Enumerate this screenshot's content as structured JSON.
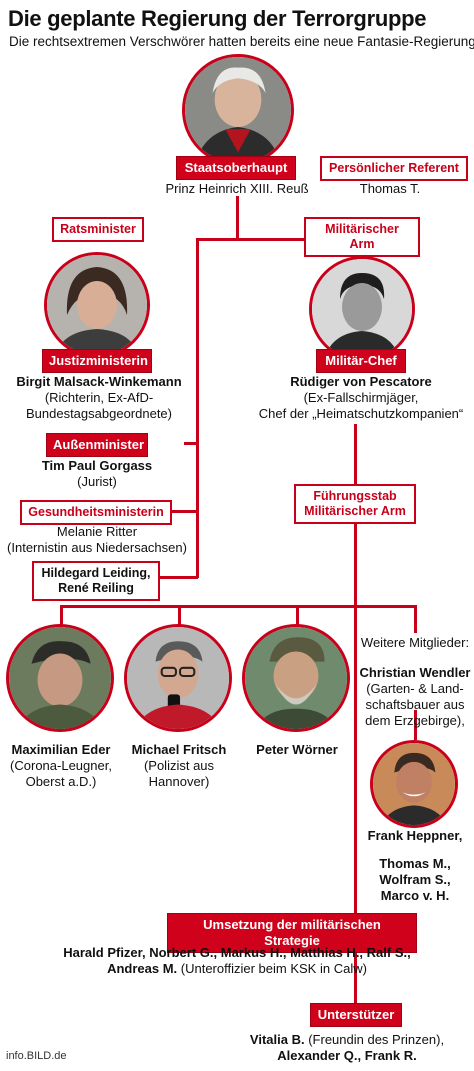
{
  "title": "Die geplante Regierung der Terrorgruppe",
  "subtitle": "Die rechtsextremen Verschwörer hatten bereits eine neue Fantasie-Regierung",
  "head": {
    "role": "Staatsoberhaupt",
    "name": "Prinz Heinrich XIII. Reuß"
  },
  "referent": {
    "role": "Persönlicher Referent",
    "name": "Thomas T."
  },
  "ratsminister": {
    "label": "Ratsminister"
  },
  "militaer": {
    "label": "Militärischer Arm"
  },
  "justiz": {
    "role": "Justizministerin",
    "name": "Birgit Malsack-Winkemann",
    "desc1": "(Richterin, Ex-AfD-",
    "desc2": "Bundestagsabgeordnete)"
  },
  "militaerchef": {
    "role": "Militär-Chef",
    "name": "Rüdiger von Pescatore",
    "desc1": "(Ex-Fallschirmjäger,",
    "desc2": "Chef der „Heimatschutzkompanien“"
  },
  "aussen": {
    "role": "Außenminister",
    "name": "Tim Paul Gorgass",
    "desc": "(Jurist)"
  },
  "gesundheit": {
    "role": "Gesundheitsministerin",
    "name": "Melanie Ritter",
    "desc": "(Internistin aus Niedersachsen)"
  },
  "weitere_minister": {
    "line1": "Hildegard Leiding,",
    "line2": "René Reiling"
  },
  "fuehrungsstab": {
    "line1": "Führungsstab",
    "line2": "Militärischer Arm"
  },
  "members": [
    {
      "name": "Maximilian Eder",
      "desc1": "(Corona-Leugner,",
      "desc2": "Oberst a.D.)"
    },
    {
      "name": "Michael Fritsch",
      "desc1": "(Polizist aus",
      "desc2": "Hannover)"
    },
    {
      "name": "Peter Wörner",
      "desc1": "",
      "desc2": ""
    }
  ],
  "weitere_mitglieder": {
    "label": "Weitere Mitglieder:",
    "name": "Christian Wendler",
    "desc1": "(Garten- & Land-",
    "desc2": "schaftsbauer aus",
    "desc3": "dem Erzgebirge),",
    "heppner": "Frank Heppner,",
    "others1": "Thomas M.,",
    "others2": "Wolfram S.,",
    "others3": "Marco v. H."
  },
  "umsetzung": {
    "label": "Umsetzung der militärischen Strategie",
    "line1": "Harald Pfizer, Norbert G., Markus H., Matthias H., Ralf S.,",
    "line2_bold": "Andreas M.",
    "line2_rest": " (Unteroffizier beim KSK in Calw)"
  },
  "unterstuetzer": {
    "label": "Unterstützer",
    "line1_bold": "Vitalia B.",
    "line1_rest": " (Freundin des Prinzen),",
    "line2": "Alexander Q., Frank R."
  },
  "footer": "info.BILD.de",
  "colors": {
    "accent": "#d0021b",
    "line": "#c8001a"
  }
}
